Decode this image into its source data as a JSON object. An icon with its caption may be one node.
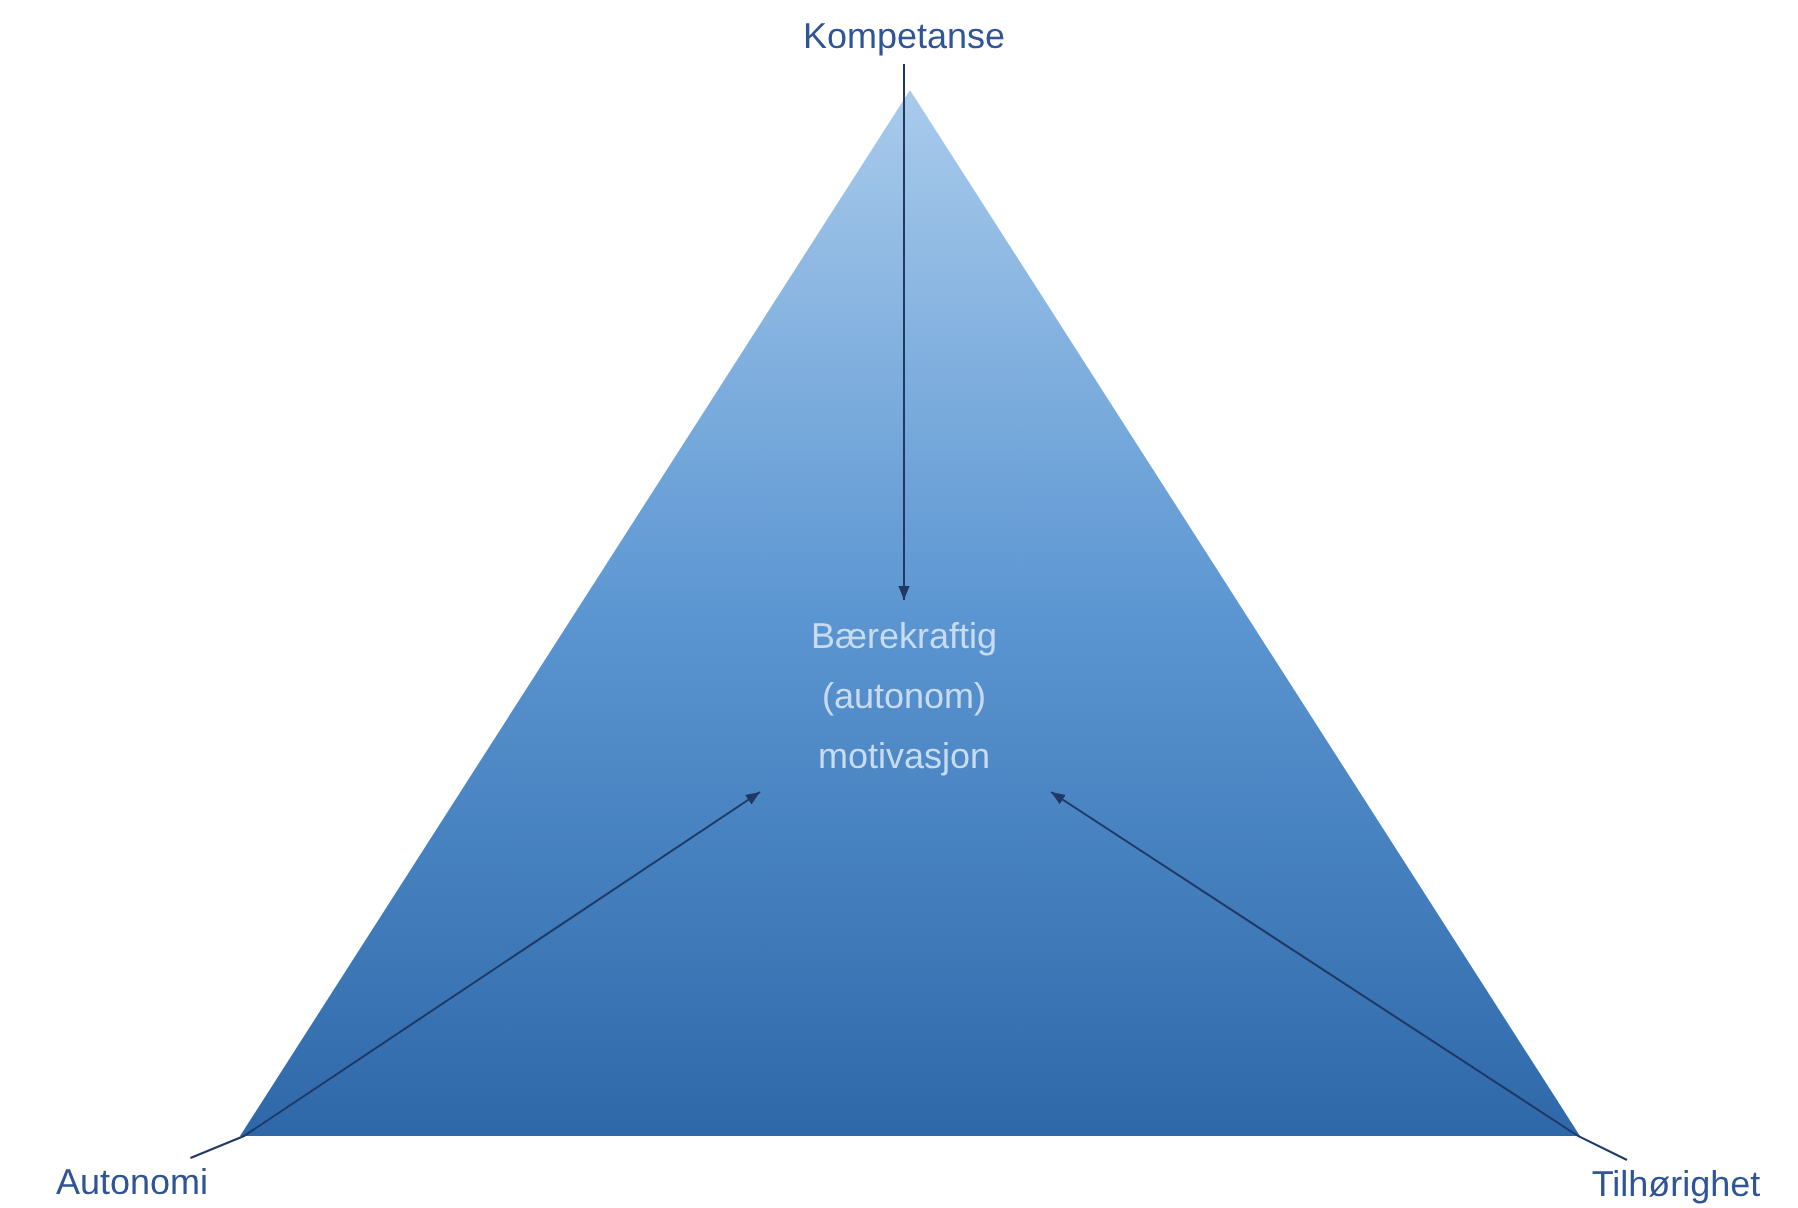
{
  "diagram": {
    "nodes": [
      {
        "text": [
          "Kompetanse"
        ]
      },
      {
        "text": [],
        "shape": "triangle"
      },
      {
        "text": [
          "Bærekraftig (autonom) motivasjon"
        ],
        "in": 1
      },
      {
        "text": [
          "Autonomi"
        ]
      },
      {
        "text": [
          "Tilhørighet"
        ]
      }
    ],
    "edges": [
      {
        "from": 0,
        "to": 2,
        "arrow": "to"
      },
      {
        "from": 3,
        "to": 2,
        "arrow": "to"
      },
      {
        "from": 4,
        "to": 2,
        "arrow": "to"
      }
    ]
  }
}
